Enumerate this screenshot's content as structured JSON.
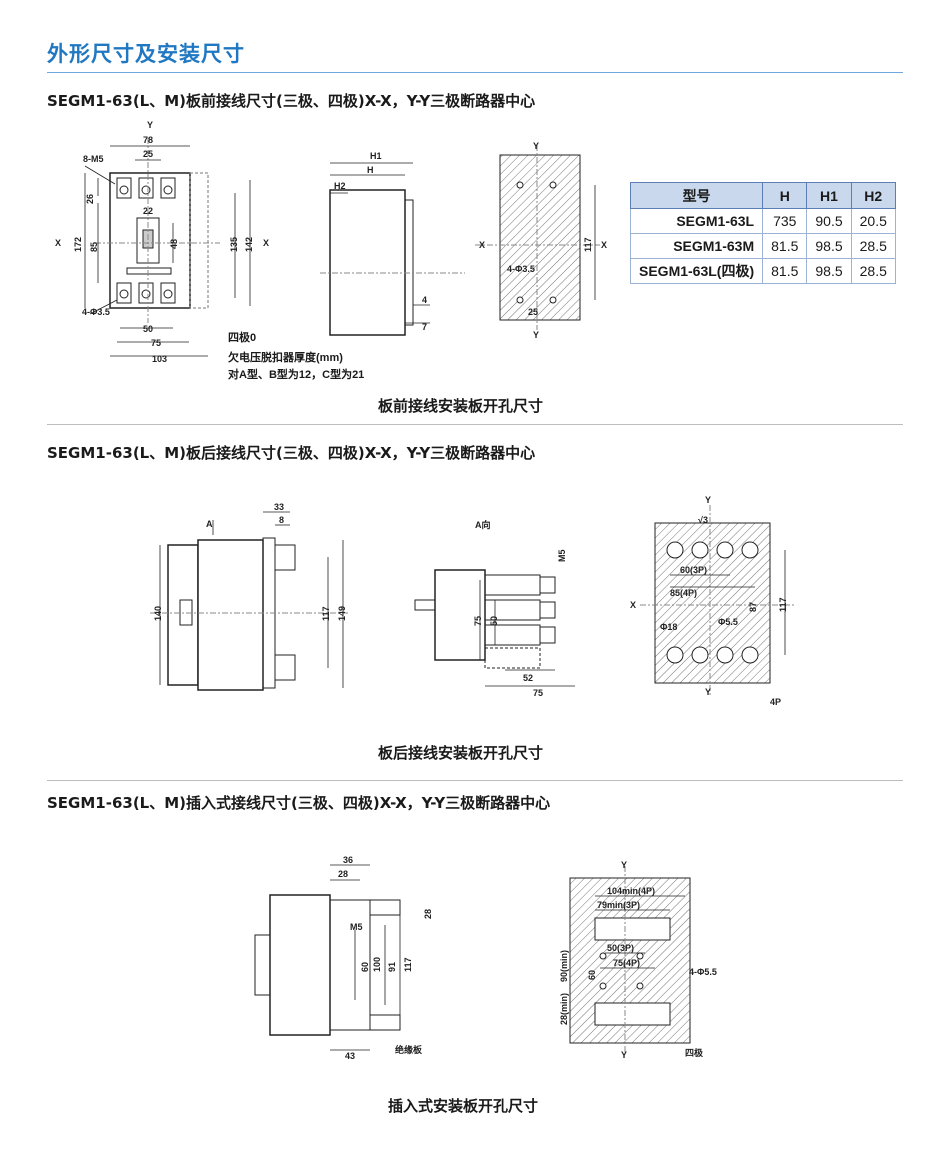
{
  "page_title": "外形尺寸及安装尺寸",
  "sections": [
    {
      "heading": "SEGM1-63(L、M)板前接线尺寸(三极、四极)X-X，Y-Y三极断路器中心",
      "caption": "板前接线安装板开孔尺寸",
      "front_view": {
        "y": "Y",
        "x": "X",
        "d78": "78",
        "d25": "25",
        "screw": "8-M5",
        "d26": "26",
        "d22": "22",
        "d172": "172",
        "d85": "85",
        "d48": "48",
        "d135": "135",
        "d142": "142",
        "hole": "4-Φ3.5",
        "d50": "50",
        "d75": "75",
        "d103": "103",
        "note_pole": "四极0",
        "note_uv1": "欠电压脱扣器厚度(mm)",
        "note_uv2": "对A型、B型为12，C型为21"
      },
      "side_view": {
        "H1": "H1",
        "H": "H",
        "H2": "H2",
        "d4": "4",
        "d7": "7"
      },
      "panel": {
        "y": "Y",
        "x": "X",
        "d117": "117",
        "hole": "4-Φ3.5",
        "d25": "25"
      },
      "table": {
        "headers": [
          "型号",
          "H",
          "H1",
          "H2"
        ],
        "rows": [
          [
            "SEGM1-63L",
            "735",
            "90.5",
            "20.5"
          ],
          [
            "SEGM1-63M",
            "81.5",
            "98.5",
            "28.5"
          ],
          [
            "SEGM1-63L(四极)",
            "81.5",
            "98.5",
            "28.5"
          ]
        ]
      }
    },
    {
      "heading": "SEGM1-63(L、M)板后接线尺寸(三极、四极)X-X，Y-Y三极断路器中心",
      "caption": "板后接线安装板开孔尺寸",
      "side_view": {
        "A": "A",
        "d33": "33",
        "d8": "8",
        "d140": "140",
        "d117": "117",
        "d149": "149"
      },
      "a_view": {
        "label": "A向",
        "M5": "M5",
        "d75": "75",
        "d50": "50",
        "d52": "52",
        "d75b": "75"
      },
      "panel": {
        "y": "Y",
        "x": "X",
        "d3": "√3",
        "d60": "60(3P)",
        "d85": "85(4P)",
        "d18": "Φ18",
        "d55": "Φ5.5",
        "d87": "87",
        "d117": "117",
        "p4": "4P"
      }
    },
    {
      "heading": "SEGM1-63(L、M)插入式接线尺寸(三极、四极)X-X，Y-Y三极断路器中心",
      "caption": "插入式安装板开孔尺寸",
      "side_view": {
        "d36": "36",
        "d28": "28",
        "d28b": "28",
        "M5": "M5",
        "d60": "60",
        "d100": "100",
        "d91": "91",
        "d117": "117",
        "d43": "43",
        "plate": "绝缘板"
      },
      "panel": {
        "y": "Y",
        "d104": "104min(4P)",
        "d79": "79min(3P)",
        "d50": "50(3P)",
        "d75": "75(4P)",
        "d60": "60",
        "d90": "90(min)",
        "d28": "28(min)",
        "hole": "4-Φ5.5",
        "p4": "四极"
      }
    }
  ]
}
